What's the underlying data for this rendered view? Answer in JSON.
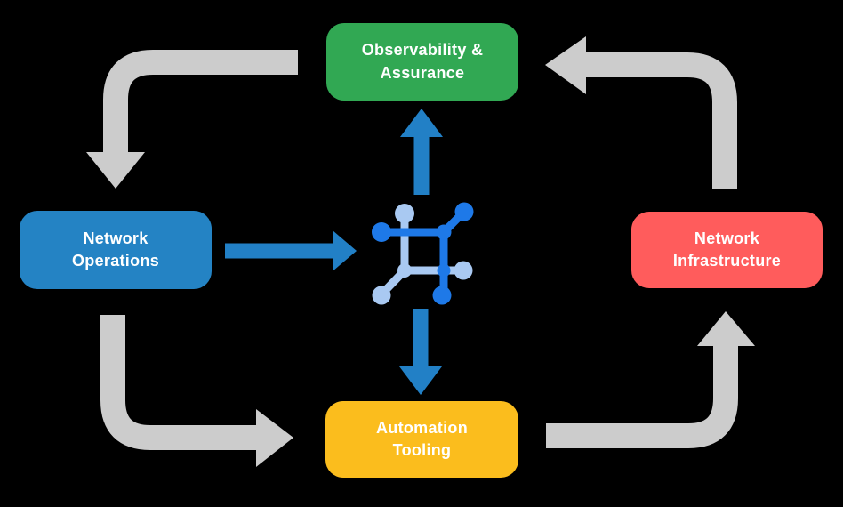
{
  "nodes": {
    "observability": {
      "label": "Observability &\nAssurance"
    },
    "operations": {
      "label": "Network\nOperations"
    },
    "infrastructure": {
      "label": "Network\nInfrastructure"
    },
    "tooling": {
      "label": "Automation\nTooling"
    }
  },
  "center_icon": {
    "name": "network-platform-icon"
  },
  "flow": [
    {
      "from": "Observability & Assurance",
      "to": "Network Operations",
      "style": "gray"
    },
    {
      "from": "Network Operations",
      "to": "Automation Tooling",
      "style": "gray"
    },
    {
      "from": "Automation Tooling",
      "to": "Network Infrastructure",
      "style": "gray"
    },
    {
      "from": "Network Infrastructure",
      "to": "Observability & Assurance",
      "style": "gray"
    },
    {
      "from": "Network Operations",
      "to": "network-platform-icon",
      "style": "blue"
    },
    {
      "from": "network-platform-icon",
      "to": "Observability & Assurance",
      "style": "blue"
    },
    {
      "from": "network-platform-icon",
      "to": "Automation Tooling",
      "style": "blue"
    }
  ],
  "colors": {
    "observability": "#31A853",
    "operations": "#2483C4",
    "infrastructure": "#FF5C5C",
    "tooling": "#FBBD1D",
    "flow_arrow": "#CCCCCC",
    "accent_arrow": "#2280C6",
    "icon_dark": "#1E79E8",
    "icon_light": "#A9C9F2",
    "text": "#FFFFFF",
    "background": "#000000"
  }
}
